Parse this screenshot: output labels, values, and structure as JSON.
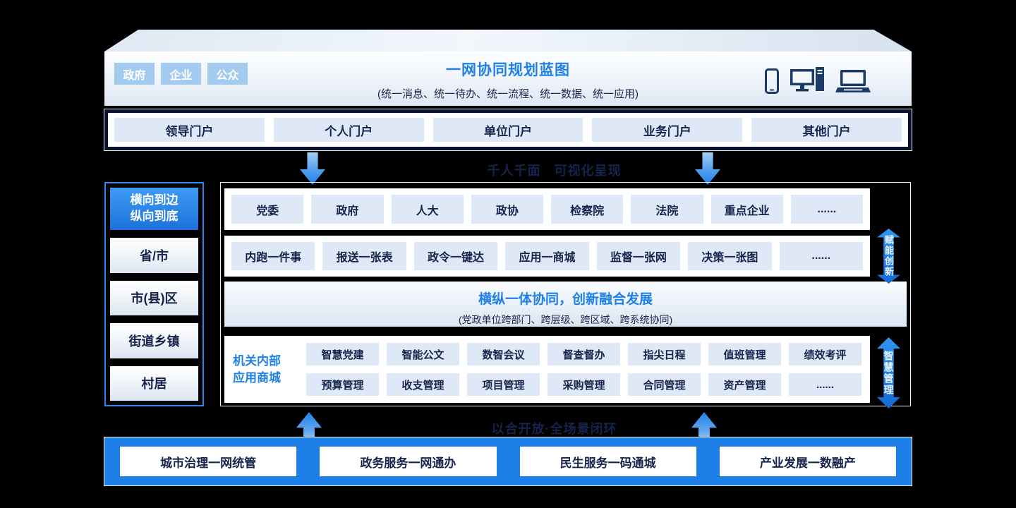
{
  "banner": {
    "tags": [
      "政府",
      "企业",
      "公众"
    ],
    "title": "一网协同规划蓝图",
    "subtitle": "(统一消息、统一待办、统一流程、统一数据、统一应用)"
  },
  "portals": [
    "领导门户",
    "个人门户",
    "单位门户",
    "业务门户",
    "其他门户"
  ],
  "caption_top": "千人千面　可视化呈现",
  "sidebar": {
    "header_line1": "横向到边",
    "header_line2": "纵向到底",
    "items": [
      "省/市",
      "市(县)区",
      "街道乡镇",
      "村居"
    ]
  },
  "org_row": [
    "党委",
    "政府",
    "人大",
    "政协",
    "检察院",
    "法院",
    "重点企业",
    "......"
  ],
  "service_row": [
    "内跑一件事",
    "报送一张表",
    "政令一键达",
    "应用一商城",
    "监督一张网",
    "决策一张图",
    "......"
  ],
  "collab_banner": {
    "title": "横纵一体协同，创新融合发展",
    "subtitle": "(党政单位跨部门、跨层级、跨区域、跨系统协同)"
  },
  "mall": {
    "label_line1": "机关内部",
    "label_line2": "应用商城",
    "row1": [
      "智慧党建",
      "智能公文",
      "数智会议",
      "督查督办",
      "指尖日程",
      "值班管理",
      "绩效考评"
    ],
    "row2": [
      "预算管理",
      "收支管理",
      "项目管理",
      "采购管理",
      "合同管理",
      "资产管理",
      "......"
    ]
  },
  "side_arrows": {
    "top": "赋能创新",
    "bottom": "智慧管理"
  },
  "caption_bottom": "以合开放·全场景闭环",
  "bottom_bar": [
    "城市治理一网统管",
    "政务服务一网通办",
    "民生服务一码通城",
    "产业发展一数融产"
  ],
  "colors": {
    "accent_blue": "#1f80e8",
    "navy_text": "#16244c",
    "cell_bg": "#dfe8f7",
    "chip_blue": "#a3cbf0",
    "dark_border": "#0a1128",
    "icon_navy": "#1c3a66"
  }
}
